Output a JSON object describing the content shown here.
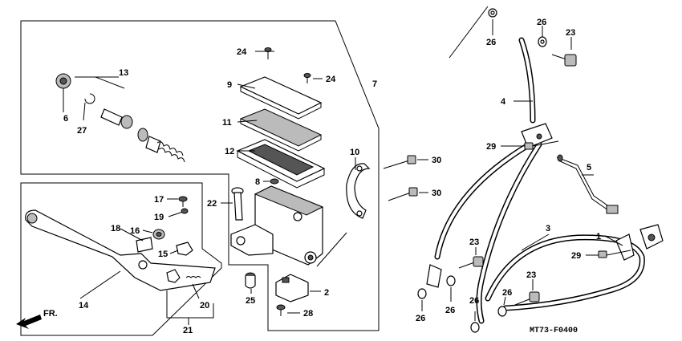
{
  "diagram": {
    "code": "MT73-F0400",
    "direction": "FR.",
    "callouts": {
      "c1": "1",
      "c2": "2",
      "c3": "3",
      "c4": "4",
      "c5": "5",
      "c6": "6",
      "c7": "7",
      "c8": "8",
      "c9": "9",
      "c10": "10",
      "c11": "11",
      "c12": "12",
      "c13": "13",
      "c14": "14",
      "c15": "15",
      "c16": "16",
      "c17": "17",
      "c18": "18",
      "c19": "19",
      "c20": "20",
      "c21": "21",
      "c22": "22",
      "c23a": "23",
      "c23b": "23",
      "c23c": "23",
      "c24a": "24",
      "c24b": "24",
      "c25": "25",
      "c26a": "26",
      "c26b": "26",
      "c26c": "26",
      "c26d": "26",
      "c26e": "26",
      "c26f": "26",
      "c27": "27",
      "c28": "28",
      "c29a": "29",
      "c29b": "29",
      "c30a": "30",
      "c30b": "30"
    }
  }
}
